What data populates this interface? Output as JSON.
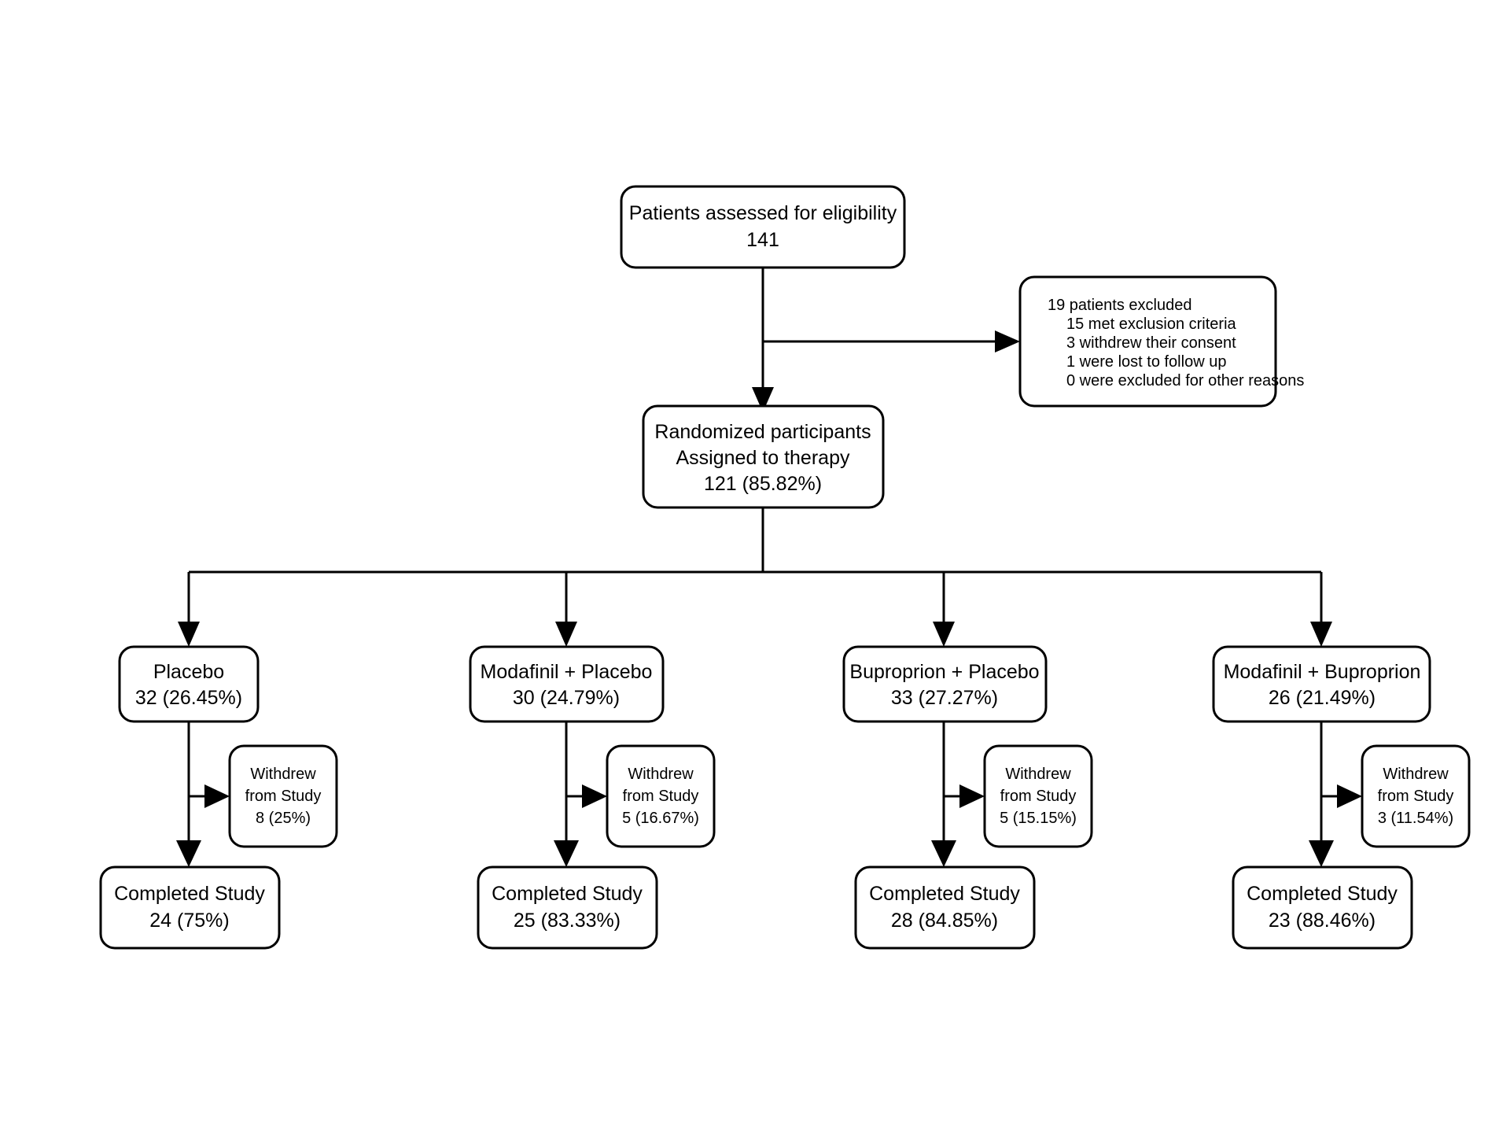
{
  "diagram": {
    "type": "consort-flow-diagram",
    "title": "",
    "enrollment": {
      "assessed_label": "Patients assessed for eligibility",
      "assessed_value": "141"
    },
    "excluded": {
      "lines": [
        "19 patients excluded",
        "15 met exclusion criteria",
        "3 withdrew their consent",
        "1 were lost to follow up",
        "0 were excluded for other reasons"
      ]
    },
    "randomized": {
      "line1": "Randomized participants",
      "line2": "Assigned to therapy",
      "line3": "121 (85.82%)"
    },
    "arms": [
      {
        "name": "Placebo",
        "allocated": "32 (26.45%)",
        "withdrew_l1": "Withdrew",
        "withdrew_l2": "from Study",
        "withdrew_value": "8 (25%)",
        "completed_label": "Completed Study",
        "completed_value": "24 (75%)"
      },
      {
        "name": "Modafinil + Placebo",
        "allocated": "30 (24.79%)",
        "withdrew_l1": "Withdrew",
        "withdrew_l2": "from Study",
        "withdrew_value": "5 (16.67%)",
        "completed_label": "Completed Study",
        "completed_value": "25 (83.33%)"
      },
      {
        "name": "Buproprion + Placebo",
        "allocated": "33 (27.27%)",
        "withdrew_l1": "Withdrew",
        "withdrew_l2": "from Study",
        "withdrew_value": "5 (15.15%)",
        "completed_label": "Completed Study",
        "completed_value": "28 (84.85%)"
      },
      {
        "name": "Modafinil + Buproprion",
        "allocated": "26 (21.49%)",
        "withdrew_l1": "Withdrew",
        "withdrew_l2": "from Study",
        "withdrew_value": "3 (11.54%)",
        "completed_label": "Completed Study",
        "completed_value": "23 (88.46%)"
      }
    ],
    "colors": {
      "stroke": "#000000",
      "fill": "#ffffff",
      "text": "#000000"
    }
  }
}
